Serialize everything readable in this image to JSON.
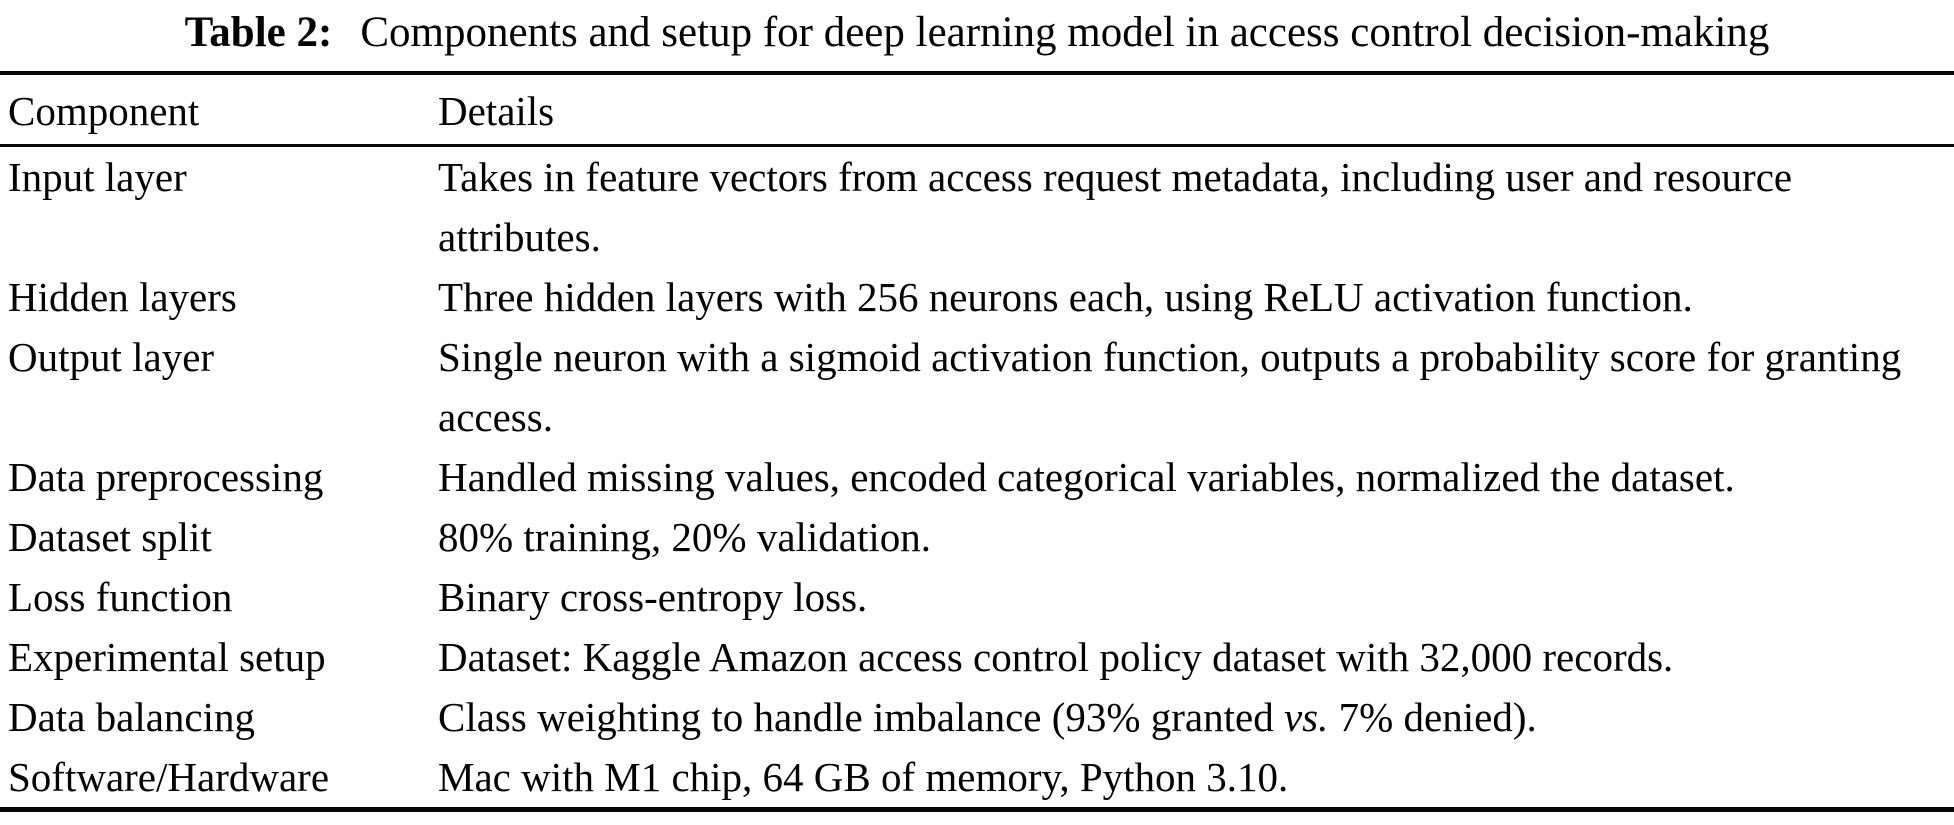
{
  "caption": {
    "label": "Table 2:",
    "text": "Components and setup for deep learning model in access control decision-making"
  },
  "table": {
    "headers": {
      "component": "Component",
      "details": "Details"
    },
    "rows": [
      {
        "component": "Input layer",
        "details": "Takes in feature vectors from access request metadata, including user and resource attributes."
      },
      {
        "component": "Hidden layers",
        "details": "Three hidden layers with 256 neurons each, using ReLU activation function."
      },
      {
        "component": "Output layer",
        "details": "Single neuron with a sigmoid activation function, outputs a probability score for granting access."
      },
      {
        "component": "Data preprocessing",
        "details": "Handled missing values, encoded categorical variables, normalized the dataset."
      },
      {
        "component": "Dataset split",
        "details": "80% training, 20% validation."
      },
      {
        "component": "Loss function",
        "details": "Binary cross-entropy loss."
      },
      {
        "component": "Experimental setup",
        "details": "Dataset: Kaggle Amazon access control policy dataset with 32,000 records."
      },
      {
        "component": "Data balancing",
        "details_pre": "Class weighting to handle imbalance (93% granted ",
        "details_emph": "vs.",
        "details_post": " 7% denied)."
      },
      {
        "component": "Software/Hardware",
        "details": "Mac with M1 chip, 64 GB of memory, Python 3.10."
      }
    ]
  }
}
